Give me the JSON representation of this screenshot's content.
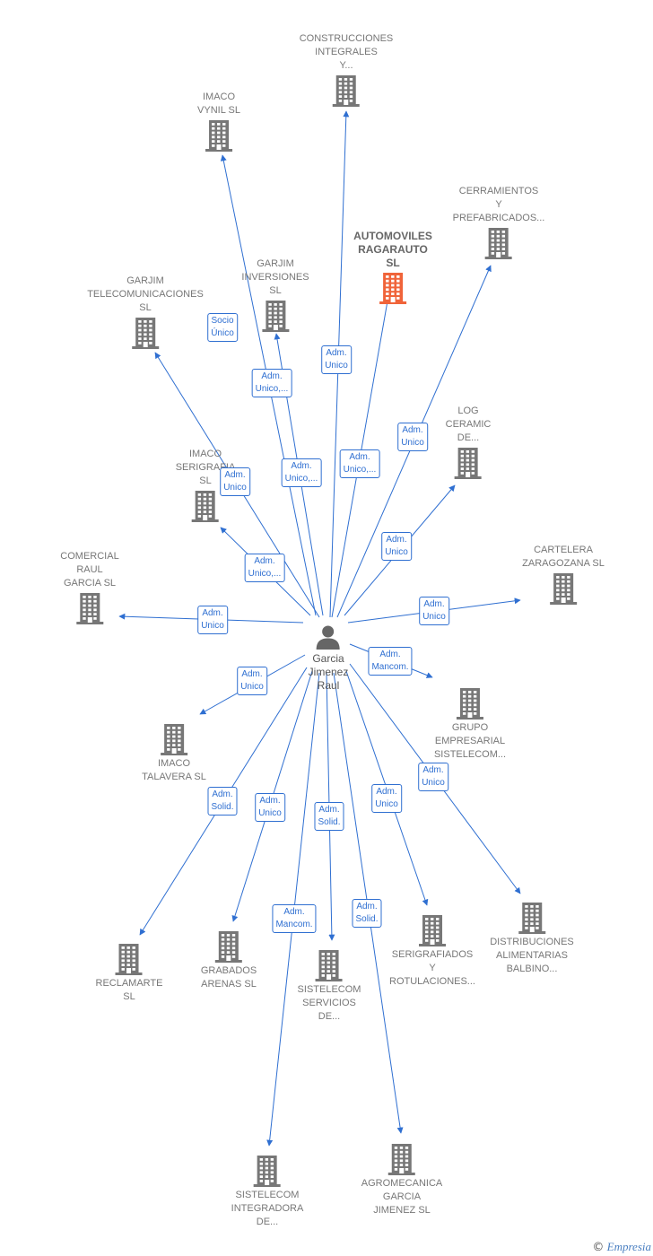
{
  "center": {
    "name_lines": [
      "Garcia",
      "Jimenez",
      "Raul"
    ],
    "icon": "person-icon"
  },
  "companies": [
    {
      "key": "construcciones",
      "lines": [
        "CONSTRUCCIONES",
        "INTEGRALES",
        "Y..."
      ],
      "icon": "building-icon"
    },
    {
      "key": "imaco-vynil",
      "lines": [
        "IMACO",
        "VYNIL SL"
      ],
      "icon": "building-icon"
    },
    {
      "key": "cerramientos",
      "lines": [
        "CERRAMIENTOS",
        "Y",
        "PREFABRICADOS..."
      ],
      "icon": "building-icon"
    },
    {
      "key": "automoviles",
      "lines": [
        "AUTOMOVILES",
        "RAGARAUTO",
        "SL"
      ],
      "icon": "building-icon",
      "highlight": true
    },
    {
      "key": "garjim-inversiones",
      "lines": [
        "GARJIM",
        "INVERSIONES",
        "SL"
      ],
      "icon": "building-icon"
    },
    {
      "key": "garjim-telecom",
      "lines": [
        "GARJIM",
        "TELECOMUNICACIONES",
        "SL"
      ],
      "icon": "building-icon"
    },
    {
      "key": "log-ceramic",
      "lines": [
        "LOG",
        "CERAMIC",
        "DE..."
      ],
      "icon": "building-icon"
    },
    {
      "key": "imaco-serigrafia",
      "lines": [
        "IMACO",
        "SERIGRAFIA",
        "SL"
      ],
      "icon": "building-icon"
    },
    {
      "key": "comercial-raul",
      "lines": [
        "COMERCIAL",
        "RAUL",
        "GARCIA SL"
      ],
      "icon": "building-icon"
    },
    {
      "key": "cartelera",
      "lines": [
        "CARTELERA",
        "ZARAGOZANA SL"
      ],
      "icon": "building-icon"
    },
    {
      "key": "grupo-empresarial",
      "lines": [
        "GRUPO",
        "EMPRESARIAL",
        "SISTELECOM..."
      ],
      "icon": "building-icon"
    },
    {
      "key": "imaco-talavera",
      "lines": [
        "IMACO",
        "TALAVERA  SL"
      ],
      "icon": "building-icon"
    },
    {
      "key": "distribuciones",
      "lines": [
        "DISTRIBUCIONES",
        "ALIMENTARIAS",
        "BALBINO..."
      ],
      "icon": "building-icon"
    },
    {
      "key": "reclamarte",
      "lines": [
        "RECLAMARTE",
        "SL"
      ],
      "icon": "building-icon"
    },
    {
      "key": "grabados",
      "lines": [
        "GRABADOS",
        "ARENAS SL"
      ],
      "icon": "building-icon"
    },
    {
      "key": "serigrafiados",
      "lines": [
        "SERIGRAFIADOS",
        "Y",
        "ROTULACIONES..."
      ],
      "icon": "building-icon"
    },
    {
      "key": "sistelecom-servicios",
      "lines": [
        "SISTELECOM",
        "SERVICIOS",
        "DE..."
      ],
      "icon": "building-icon"
    },
    {
      "key": "sistelecom-integradora",
      "lines": [
        "SISTELECOM",
        "INTEGRADORA",
        "DE..."
      ],
      "icon": "building-icon"
    },
    {
      "key": "agromecanica",
      "lines": [
        "AGROMECANICA",
        "GARCIA",
        "JIMENEZ  SL"
      ],
      "icon": "building-icon"
    }
  ],
  "edges": [
    {
      "target": "construcciones",
      "label": [
        "Adm.",
        "Unico"
      ]
    },
    {
      "target": "imaco-vynil",
      "label": [
        "Adm.",
        "Unico,..."
      ]
    },
    {
      "target": "cerramientos",
      "label": [
        "Adm.",
        "Unico"
      ]
    },
    {
      "target": "automoviles",
      "label": [
        "Adm.",
        "Unico,..."
      ]
    },
    {
      "target": "garjim-inversiones",
      "label": [
        "Adm.",
        "Unico,..."
      ]
    },
    {
      "target": "garjim-inversiones",
      "label": [
        "Socio",
        "Único"
      ]
    },
    {
      "target": "garjim-telecom",
      "label": [
        "Adm.",
        "Unico"
      ]
    },
    {
      "target": "log-ceramic",
      "label": [
        "Adm.",
        "Unico"
      ]
    },
    {
      "target": "imaco-serigrafia",
      "label": [
        "Adm.",
        "Unico,..."
      ]
    },
    {
      "target": "comercial-raul",
      "label": [
        "Adm.",
        "Unico"
      ]
    },
    {
      "target": "cartelera",
      "label": [
        "Adm.",
        "Unico"
      ]
    },
    {
      "target": "grupo-empresarial",
      "label": [
        "Adm.",
        "Mancom."
      ]
    },
    {
      "target": "imaco-talavera",
      "label": [
        "Adm.",
        "Unico"
      ]
    },
    {
      "target": "distribuciones",
      "label": [
        "Adm.",
        "Unico"
      ]
    },
    {
      "target": "reclamarte",
      "label": [
        "Adm.",
        "Solid."
      ]
    },
    {
      "target": "grabados",
      "label": [
        "Adm.",
        "Unico"
      ]
    },
    {
      "target": "serigrafiados",
      "label": [
        "Adm.",
        "Unico"
      ]
    },
    {
      "target": "sistelecom-servicios",
      "label": [
        "Adm.",
        "Solid."
      ]
    },
    {
      "target": "sistelecom-integradora",
      "label": [
        "Adm.",
        "Mancom."
      ]
    },
    {
      "target": "agromecanica",
      "label": [
        "Adm.",
        "Solid."
      ]
    }
  ],
  "colors": {
    "edge": "#2f6fd1",
    "building": "#777777",
    "building_highlight": "#f0643a",
    "person": "#666666"
  },
  "footer": {
    "copyright": "©",
    "brand": "Empresia"
  }
}
